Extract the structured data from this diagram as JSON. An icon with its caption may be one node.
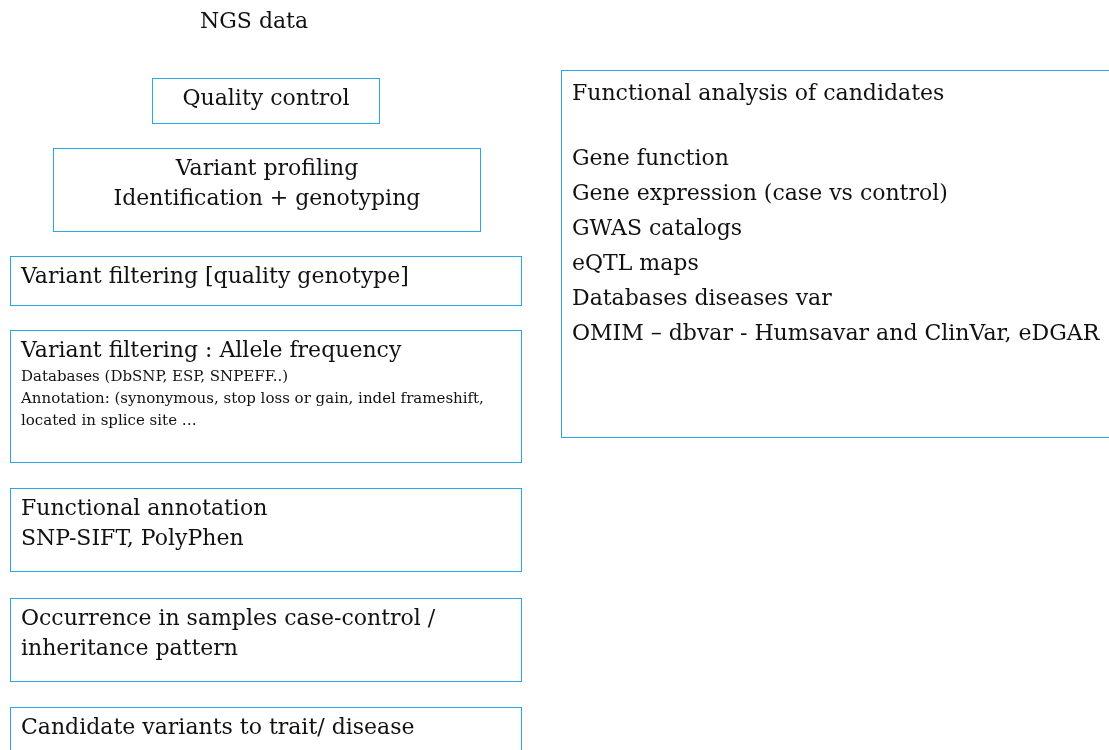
{
  "diagram": {
    "title": "NGS data",
    "nodes": [
      {
        "text": [
          "Quality control"
        ]
      },
      {
        "text": [
          "Variant profiling",
          "Identification + genotyping"
        ]
      },
      {
        "text": [
          "Variant filtering [quality genotype]"
        ]
      },
      {
        "text": [
          "Variant filtering : Allele frequency",
          "Databases (DbSNP, ESP, SNPEFF..)",
          "Annotation: (synonymous, stop loss or gain, indel frameshift, located in splice site …"
        ]
      },
      {
        "text": [
          "Functional annotation",
          "SNP-SIFT, PolyPhen"
        ]
      },
      {
        "text": [
          "Occurrence in samples case-control / inheritance pattern"
        ]
      },
      {
        "text": [
          "Candidate variants to trait/ disease"
        ]
      },
      {
        "text": [
          "Functional analysis of candidates",
          "Gene function",
          "Gene expression (case vs control)",
          "GWAS catalogs",
          "eQTL maps",
          "Databases diseases var",
          "OMIM – dbvar - Humsavar and ClinVar, eDGAR"
        ]
      }
    ],
    "edges": []
  }
}
